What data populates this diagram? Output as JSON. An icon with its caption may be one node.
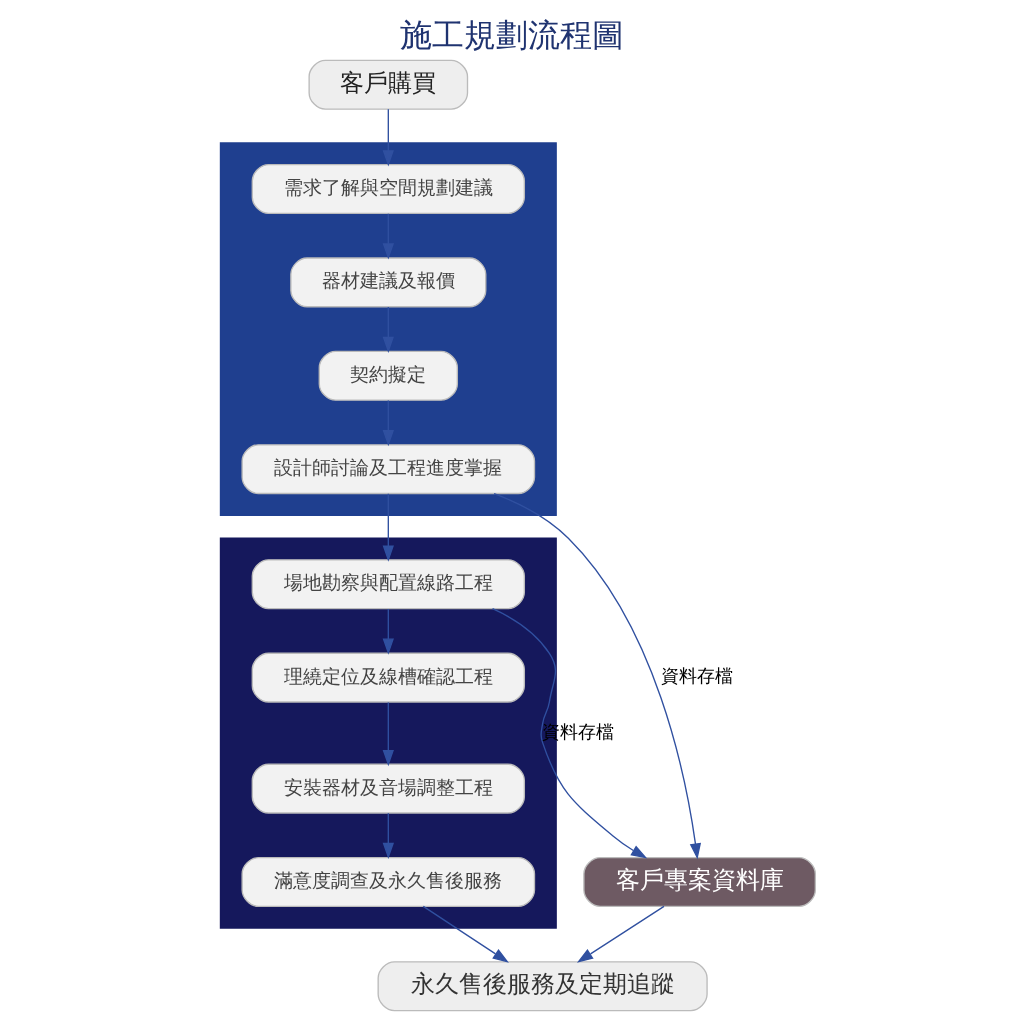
{
  "diagram": {
    "title": "施工規劃流程圖",
    "nodes": [
      {
        "text": [
          "客戶購買"
        ]
      },
      {
        "text": [],
        "shape": "box"
      },
      {
        "text": [
          "需求了解與空間規劃建議"
        ],
        "in": 1
      },
      {
        "text": [
          "器材建議及報價"
        ],
        "in": 1
      },
      {
        "text": [
          "契約擬定"
        ],
        "in": 1
      },
      {
        "text": [
          "設計師討論及工程進度掌握"
        ],
        "in": 1
      },
      {
        "text": [],
        "shape": "box"
      },
      {
        "text": [
          "場地勘察與配置線路工程"
        ],
        "in": 6
      },
      {
        "text": [
          "理繞定位及線槽確認工程"
        ],
        "in": 6
      },
      {
        "text": [
          "安裝器材及音場調整工程"
        ],
        "in": 6
      },
      {
        "text": [
          "滿意度調查及永久售後服務"
        ],
        "in": 6
      },
      {
        "text": [
          "客戶專案資料庫"
        ]
      },
      {
        "text": [
          "永久售後服務及定期追蹤"
        ]
      }
    ],
    "edges": [
      {
        "from": 0,
        "to": 2,
        "arrow": "to"
      },
      {
        "from": 2,
        "to": 3,
        "arrow": "to"
      },
      {
        "from": 3,
        "to": 4,
        "arrow": "to"
      },
      {
        "from": 4,
        "to": 5,
        "arrow": "to"
      },
      {
        "from": 5,
        "to": 7,
        "arrow": "to"
      },
      {
        "from": 7,
        "to": 8,
        "arrow": "to"
      },
      {
        "from": 8,
        "to": 9,
        "arrow": "to"
      },
      {
        "from": 9,
        "to": 10,
        "arrow": "to"
      },
      {
        "from": 10,
        "to": 12,
        "arrow": "to"
      },
      {
        "from": 5,
        "to": 11,
        "arrow": "to",
        "label": "資料存檔"
      },
      {
        "from": 7,
        "to": 11,
        "arrow": "to",
        "label": "資料存檔"
      },
      {
        "from": 11,
        "to": 12,
        "arrow": "to"
      }
    ]
  }
}
